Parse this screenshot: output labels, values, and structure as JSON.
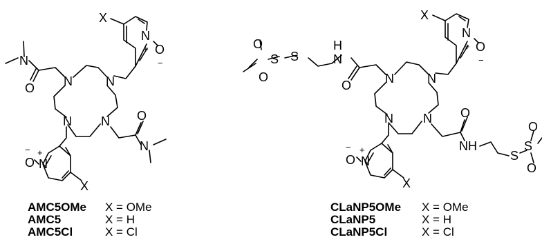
{
  "atoms": {
    "N": "N",
    "O": "O",
    "S": "S",
    "X": "X",
    "NH": "NH",
    "H": "H",
    "plus": "+",
    "minus": "−"
  },
  "legend_left": [
    {
      "name": "AMC5OMe",
      "def": "X = OMe"
    },
    {
      "name": "AMC5",
      "def": "X = H"
    },
    {
      "name": "AMC5Cl",
      "def": "X = Cl"
    }
  ],
  "legend_right": [
    {
      "name": "CLaNP5OMe",
      "def": "X = OMe"
    },
    {
      "name": "CLaNP5",
      "def": "X = H"
    },
    {
      "name": "CLaNP5Cl",
      "def": "X = Cl"
    }
  ]
}
